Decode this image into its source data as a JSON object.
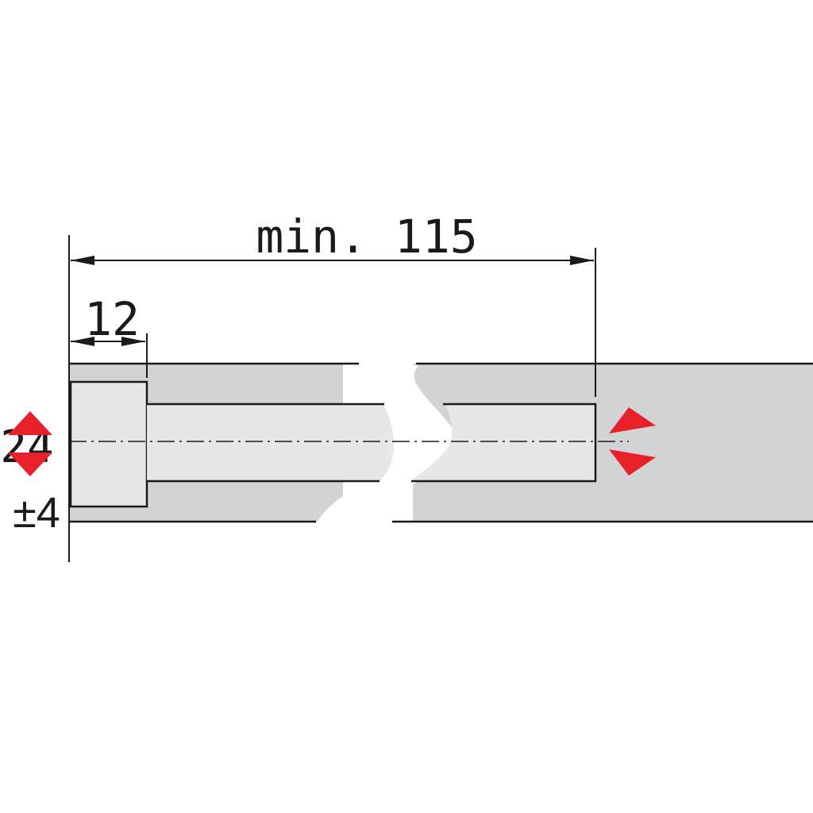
{
  "dimensions": {
    "overall_length": "min. 115",
    "head_length": "12",
    "height": "24",
    "tolerance": "±4"
  },
  "colors": {
    "panel": "#d2d3d5",
    "part": "#e6e7e8",
    "outline": "#1a1a1a",
    "arrow_red": "#e8202a",
    "background": "#ffffff"
  }
}
